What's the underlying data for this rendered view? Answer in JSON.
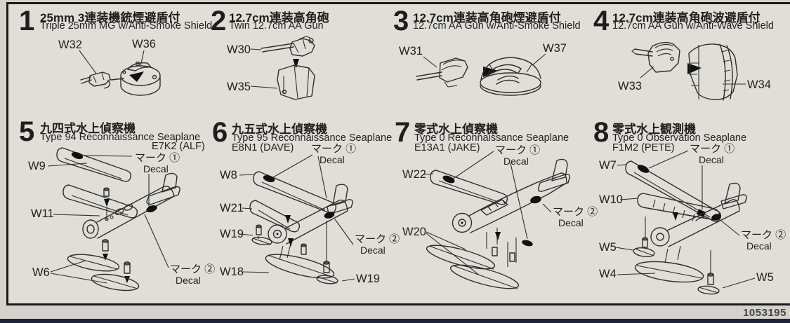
{
  "doc": {
    "code": "1053195"
  },
  "labels": {
    "mark1": "マーク ①",
    "mark2": "マーク ②",
    "decal": "Decal"
  },
  "sections": [
    {
      "num": "1",
      "jp": "25mm 3連装機銃煙避盾付",
      "en": "Triple 25mm MG w/Anti-Smoke Shield",
      "parts": [
        "W32",
        "W36"
      ]
    },
    {
      "num": "2",
      "jp": "12.7cm連装高角砲",
      "en": "Twin 12.7cm  AA Gun",
      "parts": [
        "W30",
        "W35"
      ]
    },
    {
      "num": "3",
      "jp": "12.7cm連装高角砲煙避盾付",
      "en": "12.7cm  AA Gun w/Anti-Smoke Shield",
      "parts": [
        "W31",
        "W37"
      ]
    },
    {
      "num": "4",
      "jp": "12.7cm連装高角砲波避盾付",
      "en": "12.7cm  AA Gun w/Anti-Wave Shield",
      "parts": [
        "W33",
        "W34"
      ]
    },
    {
      "num": "5",
      "jp": "九四式水上偵察機",
      "en": "Type 94 Reconnaissance Seaplane",
      "model": "E7K2 (ALF)",
      "parts": [
        "W9",
        "W11",
        "W6"
      ]
    },
    {
      "num": "6",
      "jp": "九五式水上偵察機",
      "en": "Type 95 Reconnaissance Seaplane",
      "model": "E8N1 (DAVE)",
      "parts": [
        "W8",
        "W21",
        "W19",
        "W18",
        "W19"
      ]
    },
    {
      "num": "7",
      "jp": "零式水上偵察機",
      "en": "Type 0 Reconnaissance Seaplane",
      "model": "E13A1 (JAKE)",
      "parts": [
        "W22",
        "W20"
      ]
    },
    {
      "num": "8",
      "jp": "零式水上観測機",
      "en": "Type 0 Observation Seaplane",
      "model": "F1M2 (PETE)",
      "parts": [
        "W7",
        "W10",
        "W5",
        "W4",
        "W5"
      ]
    }
  ]
}
